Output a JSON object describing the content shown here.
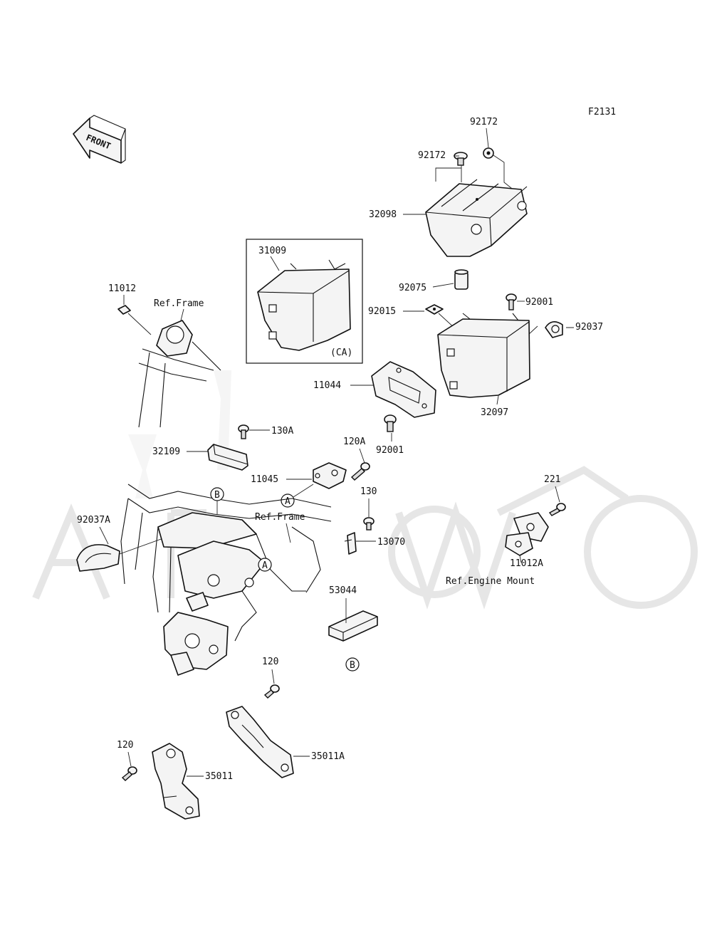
{
  "figure_code": "F2131",
  "front_label": "FRONT",
  "parts": {
    "p92172_a": "92172",
    "p92172_b": "92172",
    "p32098": "32098",
    "p31009": "31009",
    "p92075": "92075",
    "p11012": "11012",
    "p92001_a": "92001",
    "p92015": "92015",
    "p92037": "92037",
    "p11044": "11044",
    "p32097": "32097",
    "p130A": "130A",
    "p92001_b": "92001",
    "p32109": "32109",
    "p120A": "120A",
    "p11045": "11045",
    "p130": "130",
    "p221": "221",
    "p92037A": "92037A",
    "p13070": "13070",
    "p11012A": "11012A",
    "p53044": "53044",
    "p120_a": "120",
    "p35011A": "35011A",
    "p120_b": "120",
    "p35011": "35011"
  },
  "refs": {
    "frame_top": "Ref.Frame",
    "frame_mid": "Ref.Frame",
    "engine_mount": "Ref.Engine Mount"
  },
  "tags": {
    "ca": "(CA)"
  },
  "markers": {
    "a1": "A",
    "a2": "A",
    "b1": "B",
    "b2": "B"
  }
}
